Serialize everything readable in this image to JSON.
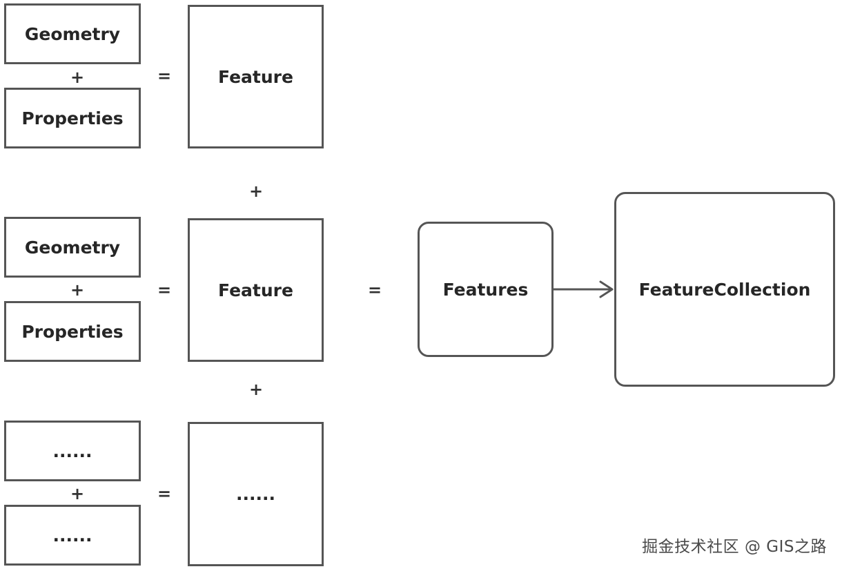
{
  "rows": [
    {
      "top_label": "Geometry",
      "plus": "+",
      "bottom_label": "Properties",
      "equals": "=",
      "result_label": "Feature"
    },
    {
      "top_label": "Geometry",
      "plus": "+",
      "bottom_label": "Properties",
      "equals": "=",
      "result_label": "Feature"
    },
    {
      "top_label": "......",
      "plus": "+",
      "bottom_label": "......",
      "equals": "=",
      "result_label": "......"
    }
  ],
  "between_plus": [
    "+",
    "+"
  ],
  "main_equals": "=",
  "features_label": "Features",
  "collection_label": "FeatureCollection",
  "watermark": "掘金技术社区 @ GIS之路",
  "colors": {
    "border": "#555555",
    "text": "#262626",
    "arrow": "#555555"
  }
}
